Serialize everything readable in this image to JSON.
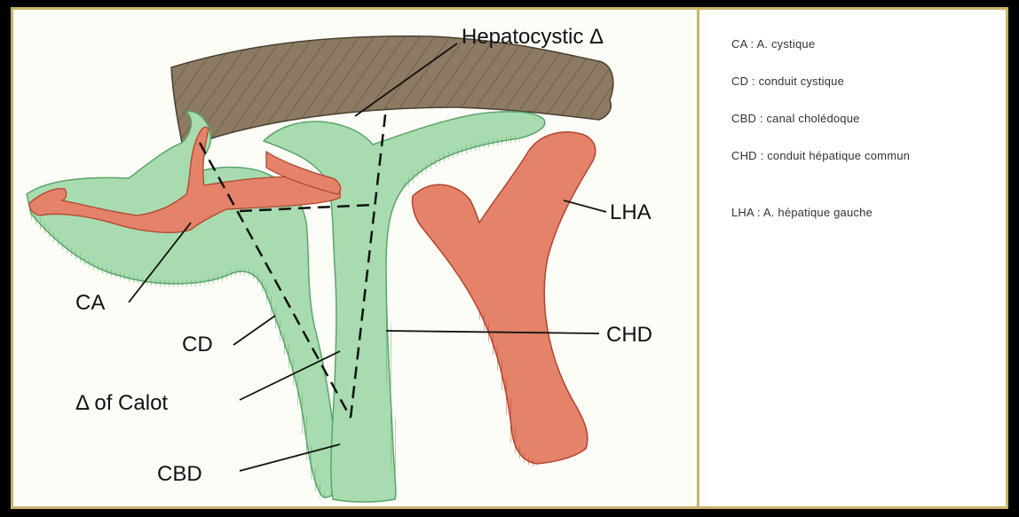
{
  "diagram": {
    "labels": {
      "hepatocystic": "Hepatocystic Δ",
      "lha": "LHA",
      "ca": "CA",
      "chd": "CHD",
      "cd": "CD",
      "calot": "Δ of Calot",
      "cbd": "CBD"
    },
    "colors": {
      "liver": "#8c7b62",
      "duct": "#a8dcb0",
      "duct_edge": "#5aa46a",
      "artery": "#e4826a",
      "artery_edge": "#b2452e",
      "frame": "#c9b46a"
    }
  },
  "legend": {
    "items": [
      "CA : A. cystique",
      "CD : conduit cystique",
      "CBD : canal cholédoque",
      "CHD : conduit hépatique commun",
      "LHA : A. hépatique gauche"
    ]
  }
}
